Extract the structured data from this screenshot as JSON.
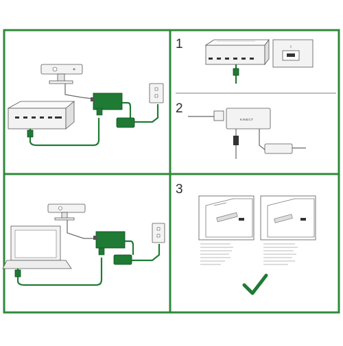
{
  "colors": {
    "frame": "#2f8a3a",
    "accent": "#1f7a34",
    "device": "#f2f2f2",
    "line": "#555555"
  },
  "steps": [
    {
      "number": "1"
    },
    {
      "number": "2",
      "hub_label": "KINECT"
    },
    {
      "number": "3"
    }
  ],
  "icons": [
    "checkmark-icon",
    "power-outlet-icon",
    "usb-connector-icon"
  ]
}
